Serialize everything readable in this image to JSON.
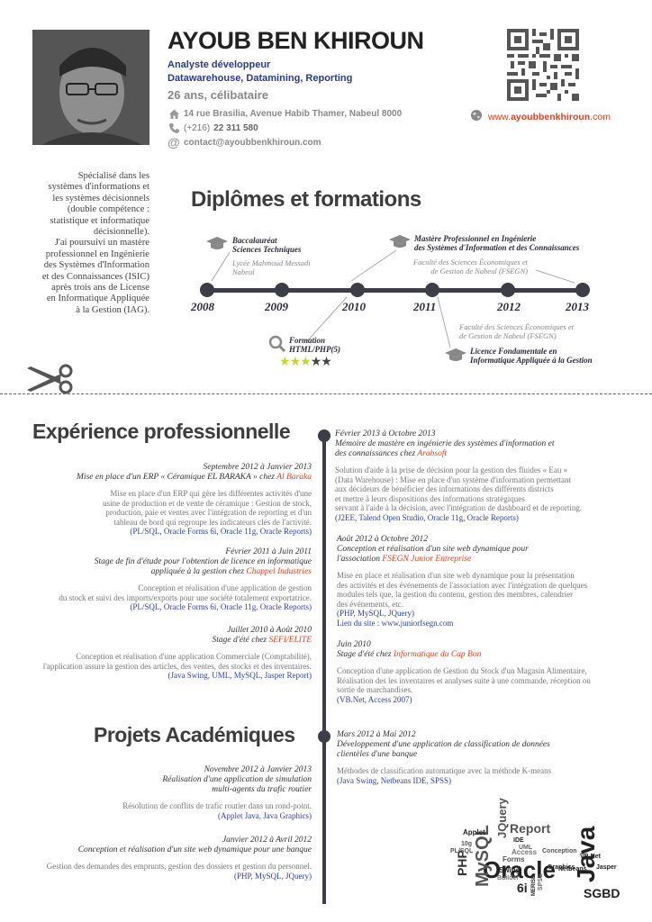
{
  "header": {
    "name": "AYOUB BEN KHIROUN",
    "title_line1": "Analyste développeur",
    "title_line2": "Datawarehouse, Datamining, Reporting",
    "age": "26 ans, célibataire",
    "address": "14 rue Brasilia, Avenue Habib Thamer, Nabeul 8000",
    "phone_prefix": "(+216)",
    "phone": "22 311 580",
    "email": "contact@ayoubbenkhiroun.com",
    "web_prefix": "www.",
    "web_main": "ayoubbenkhiroun",
    "web_suffix": ".com"
  },
  "intro": {
    "lines": [
      "Spécialisé dans les",
      "systèmes d'informations et",
      "les systèmes décisionnels",
      "(double compétence :",
      "statistique et informatique",
      "décisionnelle).",
      "J'ai poursuivi un mastère",
      "professionnel en Ingénierie",
      "des Systèmes d'Information",
      "et des Connaissances (ISIC)",
      "après trois ans de License",
      "en Informatique Appliquée",
      "à la Gestion (IAG)."
    ]
  },
  "diplomas": {
    "heading": "Diplômes et formations",
    "years": [
      "2008",
      "2009",
      "2010",
      "2011",
      "2012",
      "2013"
    ],
    "bac": {
      "line1": "Baccalauréat",
      "line2": "Sciences Techniques",
      "sub1": "Lycée Mahmoud Messadi",
      "sub2": "Nabeul"
    },
    "master": {
      "line1": "Mastère Professionnel en Ingénierie",
      "line2": "des Systèmes d'Information et des Connaissances",
      "sub1": "Faculté des Sciences Économiques et",
      "sub2": "de Gestion de Nabeul (FSEGN)"
    },
    "formation": {
      "line1": "Formation",
      "line2": "HTML/PHP(5)",
      "rating": 3,
      "max": 5
    },
    "licence": {
      "sub1": "Faculté des Sciences Économiques et",
      "sub2": "de Gestion de Nabeul (FSEGN)",
      "line1": "Licence Fondamentale en",
      "line2": "Informatique Appliquée à la Gestion"
    }
  },
  "experience": {
    "heading": "Expérience professionnelle",
    "left": [
      {
        "date": "Septembre 2012 à Janvier 2013",
        "title": "Mise en place d'un ERP « Céramique EL BARAKA » chez ",
        "company": "Al Baraka",
        "desc": [
          "Mise en place d'un ERP qui gère les différentes activités d'une",
          "usine de production et de vente de céramique : Gestion de stock,",
          "production, paie et ventes avec l'intégration de reporting et d'un",
          "tableau de bord qui regroupe les indicateurs clés de l'activité."
        ],
        "tech": "(PL/SQL, Oracle Forms 6i, Oracle 11g, Oracle Reports)"
      },
      {
        "date": "Février 2011 à Juin 2011",
        "title1": "Stage de fin d'étude pour l'obtention de licence en informatique",
        "title2": "appliquée à la gestion chez ",
        "company": "Chappel Industries",
        "desc": [
          "Conception et réalisation d'une application de gestion",
          "du stock et suivi des imports/exports pour une société totalement exportatrice."
        ],
        "tech": "(PL/SQL, Oracle Forms 6i, Oracle 11g, Oracle Reports)"
      },
      {
        "date": "Juillet 2010 à Août 2010",
        "title": "Stage d'été chez ",
        "company": "SEFI/ELITE",
        "desc": [
          "Conception et réalisation d'une application Commerciale (Comptabilité),",
          "l'application assure la gestion des articles, des ventes, des stocks et des inventaires."
        ],
        "tech": "(Java Swing, UML, MySQL, Jasper Report)"
      }
    ],
    "right": [
      {
        "date": "Février 2013 à Octobre 2013",
        "title1": "Mémoire de mastère en ingénierie des systèmes d'information et",
        "title2": "des connaissances chez ",
        "company": "Arabsoft",
        "desc": [
          "Solution d'aide à la prise de décision pour la gestion des fluides « Eau »",
          "(Data Warehouse) : Mise en place d'un système d'information permettant",
          "aux décideurs de bénéficier des informations des différents districts",
          "et mettre à leurs dispositions des informations stratégiques",
          "servant à l'aide à la décision, avec l'intégration de dashboard et de reporting."
        ],
        "tech": "(J2EE, Talend Open Studio, Oracle 11g, Oracle Reports)"
      },
      {
        "date": "Août 2012 à Octobre 2012",
        "title1": "Conception et réalisation d'un site web dynamique pour",
        "title2": "l'association ",
        "company": "FSEGN Junior Entreprise",
        "desc": [
          "Mise en place et réalisation d'un site web dynamique pour la présentation",
          "des activités et des événements de l'association avec l'intégration de quelques",
          "modules tels que, la gestion du contenu, gestion des membres, calendrier",
          "des événements, etc."
        ],
        "tech": "(PHP, MySQL, JQuery)",
        "link": "Lien du site : www.juniorfsegn.com"
      },
      {
        "date": "Juin 2010",
        "title": "Stage d'été chez ",
        "company": "Informatique du Cap Bon",
        "desc": [
          "Conception d'une application de Gestion du Stock d'un Magasin Alimentaire,",
          "Réalisation des les inventaires et analyses suite à une commande, réception ou",
          "sortie de marchandises."
        ],
        "tech": "(VB.Net, Access 2007)"
      }
    ]
  },
  "projects": {
    "heading": "Projets Académiques",
    "left": [
      {
        "date": "Novembre 2012 à Janvier 2013",
        "title1": "Réalisation d'une application de simulation",
        "title2": "multi-agents du trafic routier",
        "desc": "Résolution de conflits de trafic routier dans un rond-point.",
        "tech": "(Applet Java, Java Graphics)"
      },
      {
        "date": "Janvier 2012 à Avril 2012",
        "title": "Conception et réalisation d'un site web dynamique pour une banque",
        "desc": "Gestion des demandes des emprunts, gestion des dossiers et gestion du personnel.",
        "tech": "(PHP, MySQL, JQuery)"
      }
    ],
    "right": [
      {
        "date": "Mars 2012 à Mai 2012",
        "title1": "Développement d'une application de classification de données",
        "title2": "clientèles d'une banque",
        "desc": "Méthodes de classification automatique avec la méthode K-means",
        "tech": "(Java Swing, Netbeans IDE, SPSS)"
      }
    ]
  },
  "word_cloud": [
    "Oracle",
    "Java",
    "MySQL",
    "Report",
    "JQuery",
    "PHP",
    "SGBD",
    "Applet",
    "IDE",
    "UML",
    "Access",
    "Conception",
    "VB.Net",
    "Jasper",
    "Netbeans",
    "Graphics",
    "Swing",
    "Builder",
    "Forms",
    "6i",
    "10g",
    "PL/SQL",
    "SPSS",
    "MERISE"
  ],
  "colors": {
    "accent": "#e0401f",
    "navy": "#2b3a8c",
    "timeline": "#3d3d48",
    "link": "#2f3fb0"
  }
}
